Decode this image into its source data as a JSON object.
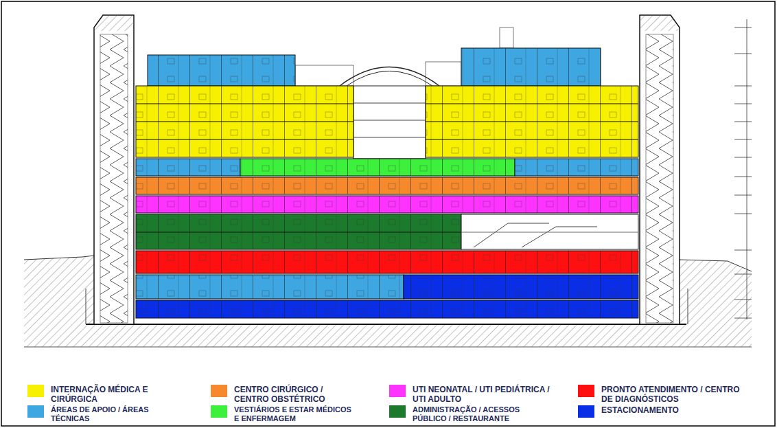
{
  "diagram": {
    "legend": [
      {
        "text": "INTERNAÇÃO MÉDICA E CIRÚRGICA",
        "color": "#f7f000"
      },
      {
        "text": "CENTRO CIRÚRGICO / CENTRO OBSTÉTRICO",
        "color": "#f5892c"
      },
      {
        "text": "UTI NEONATAL / UTI PEDIÁTRICA / UTI ADULTO",
        "color": "#ff33ff"
      },
      {
        "text": "PRONTO ATENDIMENTO / CENTRO DE DIAGNÓSTICOS",
        "color": "#ff1010"
      },
      {
        "text": "ÁREAS DE APOIO / ÁREAS TÉCNICAS",
        "color": "#3ea6e0"
      },
      {
        "text": "VESTIÁRIOS E ESTAR MÉDICOS E ENFERMAGEM",
        "color": "#3cf03c"
      },
      {
        "text": "ADMINISTRAÇÃO / ACESSOS PÚBLICO / RESTAURANTE",
        "color": "#1c7a2c"
      },
      {
        "text": "ESTACIONAMENTO",
        "color": "#0a2ee6"
      }
    ]
  }
}
